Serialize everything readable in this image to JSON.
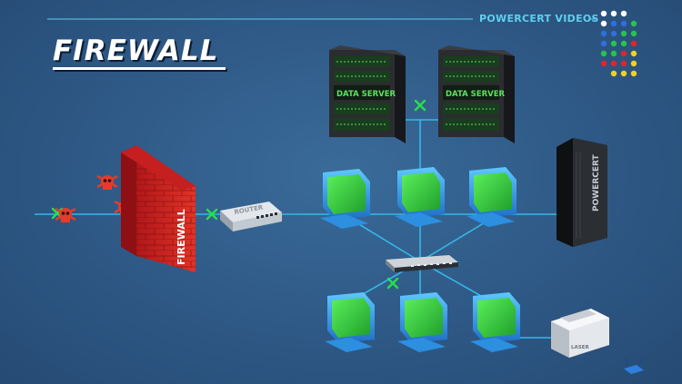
{
  "header": {
    "brand": "POWERCERT VIDEOS",
    "title": "FIREWALL"
  },
  "devices": {
    "data_server_label": "DATA SERVER",
    "router_label": "ROUTER",
    "firewall_label": "FIREWALL",
    "tower_label": "POWERCERT",
    "printer_label": "LASER"
  },
  "colors": {
    "background": "#2f5a86",
    "cable": "#35b7e8",
    "packet": "#27e04a",
    "threat": "#e53b2b",
    "brand": "#5fd0f0"
  },
  "icons": [
    "skull-icon",
    "computer-icon",
    "data-server-icon",
    "router-icon",
    "switch-icon",
    "firewall-wall-icon",
    "tower-server-icon",
    "laser-printer-icon",
    "wireless-router-icon",
    "dot-grid-logo"
  ]
}
